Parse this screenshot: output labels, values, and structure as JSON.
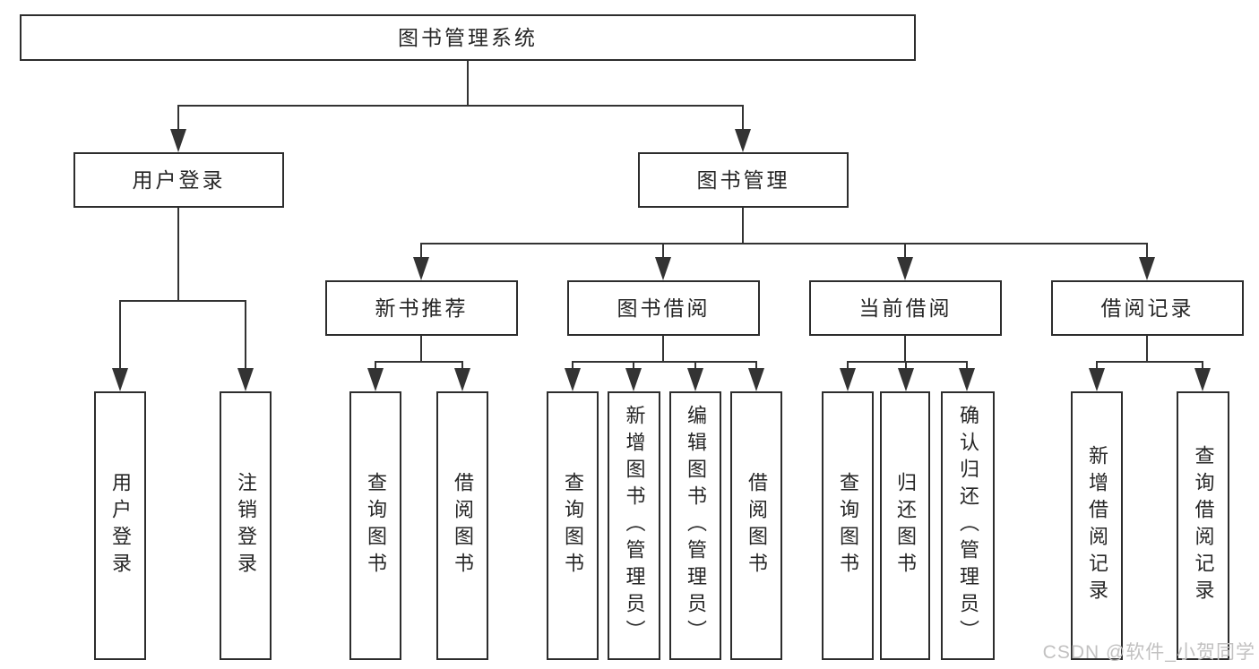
{
  "diagram": {
    "root": {
      "label": "图书管理系统"
    },
    "level2": {
      "user_login": {
        "label": "用户登录"
      },
      "book_management": {
        "label": "图书管理"
      }
    },
    "level3": {
      "new_book_recommendation": {
        "label": "新书推荐"
      },
      "book_borrowing": {
        "label": "图书借阅"
      },
      "current_borrowing": {
        "label": "当前借阅"
      },
      "borrowing_records": {
        "label": "借阅记录"
      }
    },
    "leaves": {
      "user_login": {
        "label": "用户登录"
      },
      "logout": {
        "label": "注销登录"
      },
      "nbr_query_books": {
        "label": "查询图书"
      },
      "nbr_borrow_books": {
        "label": "借阅图书"
      },
      "bb_query_books": {
        "label": "查询图书"
      },
      "bb_add_books_admin": {
        "label": "新增图书（管理员）"
      },
      "bb_edit_books_admin": {
        "label": "编辑图书（管理员）"
      },
      "bb_borrow_books": {
        "label": "借阅图书"
      },
      "cb_query_books": {
        "label": "查询图书"
      },
      "cb_return_books": {
        "label": "归还图书"
      },
      "cb_confirm_return_admin": {
        "label": "确认归还（管理员）"
      },
      "br_add_record": {
        "label": "新增借阅记录"
      },
      "br_query_record": {
        "label": "查询借阅记录"
      }
    }
  },
  "watermark": {
    "text": "CSDN @软件_小贺同学"
  },
  "colors": {
    "line": "#333333",
    "border": "#2d2d2d",
    "text": "#262626",
    "watermark": "#c2c1c1",
    "background": "#ffffff"
  }
}
